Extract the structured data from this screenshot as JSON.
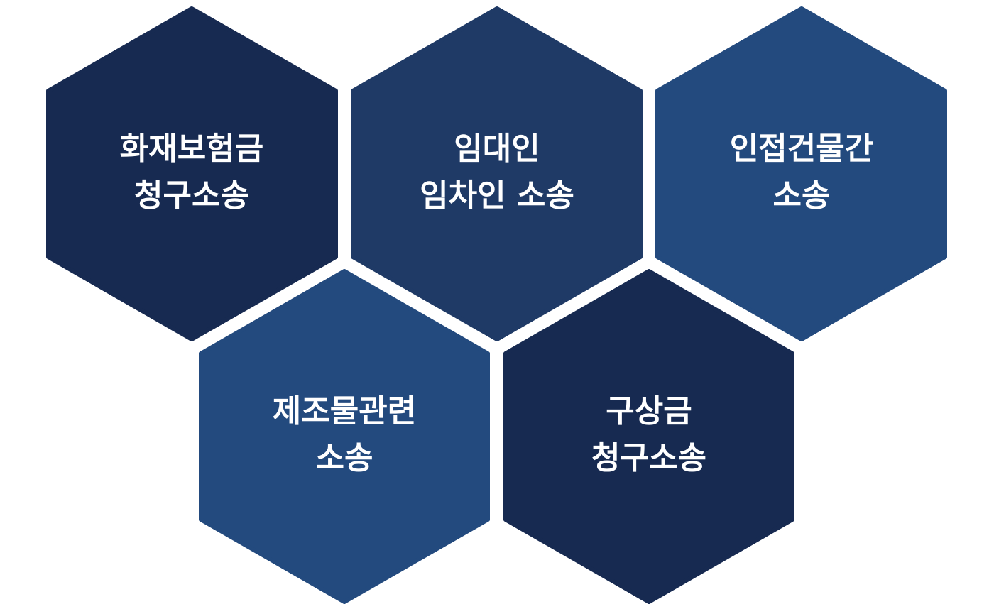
{
  "colors": {
    "background": "#ffffff",
    "dark_navy": "#172a51",
    "mid_navy": "#1f3a66",
    "steel_blue": "#234a7e",
    "text": "#ffffff"
  },
  "hexagons": [
    {
      "id": "fire-insurance",
      "color": "dark_navy",
      "line1": "화재보험금",
      "line2": "청구소송"
    },
    {
      "id": "landlord-tenant",
      "color": "mid_navy",
      "line1": "임대인",
      "line2": "임차인 소송"
    },
    {
      "id": "adjacent-building",
      "color": "steel_blue",
      "line1": "인접건물간",
      "line2": "소송"
    },
    {
      "id": "product-liability",
      "color": "steel_blue",
      "line1": "제조물관련",
      "line2": "소송"
    },
    {
      "id": "indemnity-claim",
      "color": "dark_navy",
      "line1": "구상금",
      "line2": "청구소송"
    }
  ]
}
